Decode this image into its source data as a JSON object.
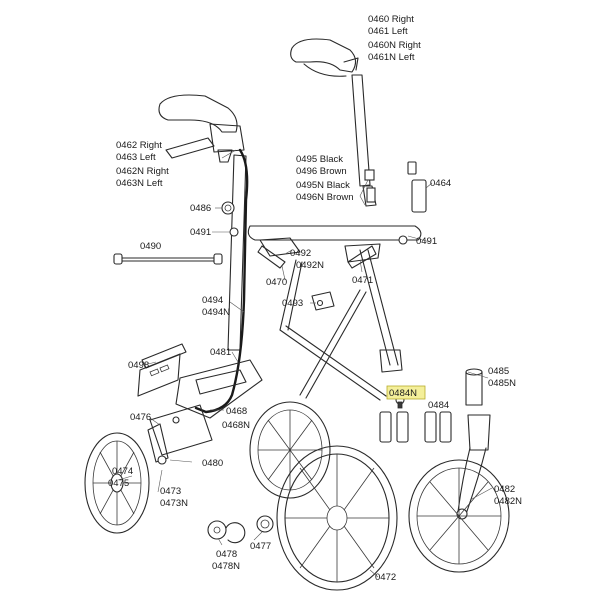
{
  "labels": {
    "p0460": "0460 Right",
    "p0461": "0461 Left",
    "p0460n": "0460N Right",
    "p0461n": "0461N Left",
    "p0462": "0462 Right",
    "p0463": "0463 Left",
    "p0462n": "0462N Right",
    "p0463n": "0463N Left",
    "p0495": "0495 Black",
    "p0496": "0496 Brown",
    "p0495n": "0495N Black",
    "p0496n": "0496N Brown",
    "p0464": "0464",
    "p0486": "0486",
    "p0491a": "0491",
    "p0491b": "0491",
    "p0490": "0490",
    "p0492": "0492",
    "p0492n": "0492N",
    "p0470": "0470",
    "p0471": "0471",
    "p0493": "0493",
    "p0494": "0494",
    "p0494n": "0494N",
    "p0481": "0481",
    "p0498": "0498",
    "p0485": "0485",
    "p0485n": "0485N",
    "p0484n": "0484N",
    "p0484": "0484",
    "p0476": "0476",
    "p0468": "0468",
    "p0468n": "0468N",
    "p0480": "0480",
    "p0474": "0474",
    "p0475": "0475",
    "p0473": "0473",
    "p0473n": "0473N",
    "p0482": "0482",
    "p0482n": "0482N",
    "p0478": "0478",
    "p0478n": "0478N",
    "p0477": "0477",
    "p0472": "0472"
  },
  "highlight": {
    "label_key": "p0484n",
    "color": "#f4ef9a"
  }
}
